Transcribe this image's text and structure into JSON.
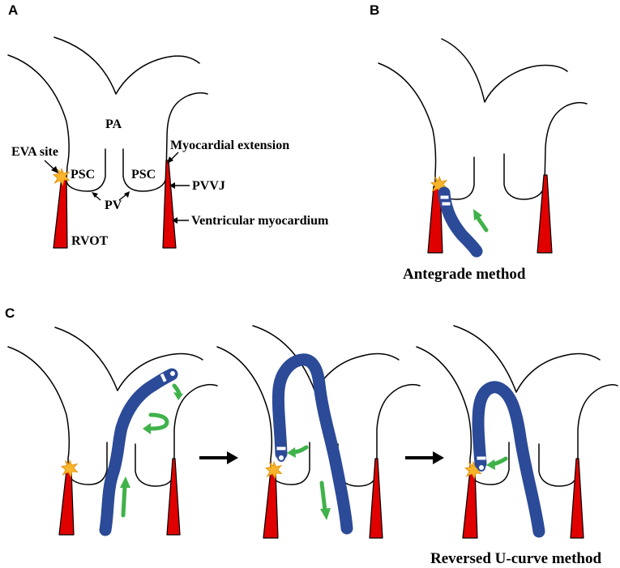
{
  "panels": {
    "a": {
      "letter": "A"
    },
    "b": {
      "letter": "B",
      "caption": "Antegrade method"
    },
    "c": {
      "letter": "C",
      "caption": "Reversed U-curve method"
    }
  },
  "labels": {
    "pa": "PA",
    "eva_site": "EVA site",
    "psc_left": "PSC",
    "psc_right": "PSC",
    "pv": "PV",
    "rvot": "RVOT",
    "myocardial_extension": "Myocardial extension",
    "pvvj": "PVVJ",
    "ventricular_myocardium": "Ventricular myocardium"
  },
  "colors": {
    "myocardium": "#e00000",
    "catheter": "#2b4a97",
    "direction_arrow": "#3fb24a",
    "eva_star": "#f7b42c"
  },
  "icons": {
    "eva_marker": "star-burst-icon",
    "step_arrow": "arrow-right-icon"
  }
}
